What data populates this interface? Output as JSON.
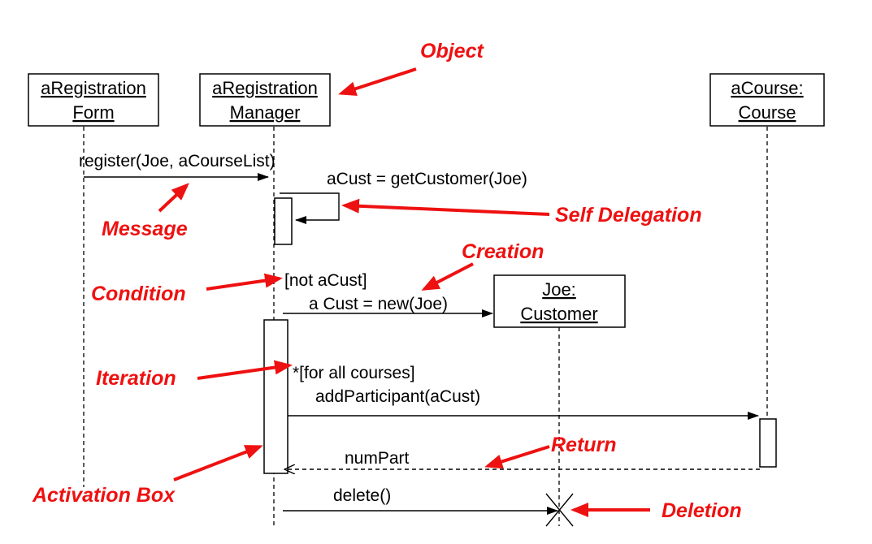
{
  "objects": {
    "form": {
      "line1": "aRegistration",
      "line2": "Form"
    },
    "manager": {
      "line1": "aRegistration",
      "line2": "Manager"
    },
    "course": {
      "line1": "aCourse:",
      "line2": "Course"
    },
    "customer": {
      "line1": "Joe:",
      "line2": "Customer"
    }
  },
  "messages": {
    "register": "register(Joe, aCourseList)",
    "get_customer": "aCust = getCustomer(Joe)",
    "condition": "[not aCust]",
    "create": "a Cust = new(Joe)",
    "iteration": "*[for all courses]",
    "add_participant": "addParticipant(aCust)",
    "num_part": "numPart",
    "delete": "delete()"
  },
  "annotations": {
    "object": "Object",
    "message": "Message",
    "self_delegation": "Self Delegation",
    "creation": "Creation",
    "condition": "Condition",
    "iteration": "Iteration",
    "return": "Return",
    "activation_box": "Activation Box",
    "deletion": "Deletion"
  },
  "colors": {
    "annotation": "#ee1111",
    "line": "#000000"
  }
}
